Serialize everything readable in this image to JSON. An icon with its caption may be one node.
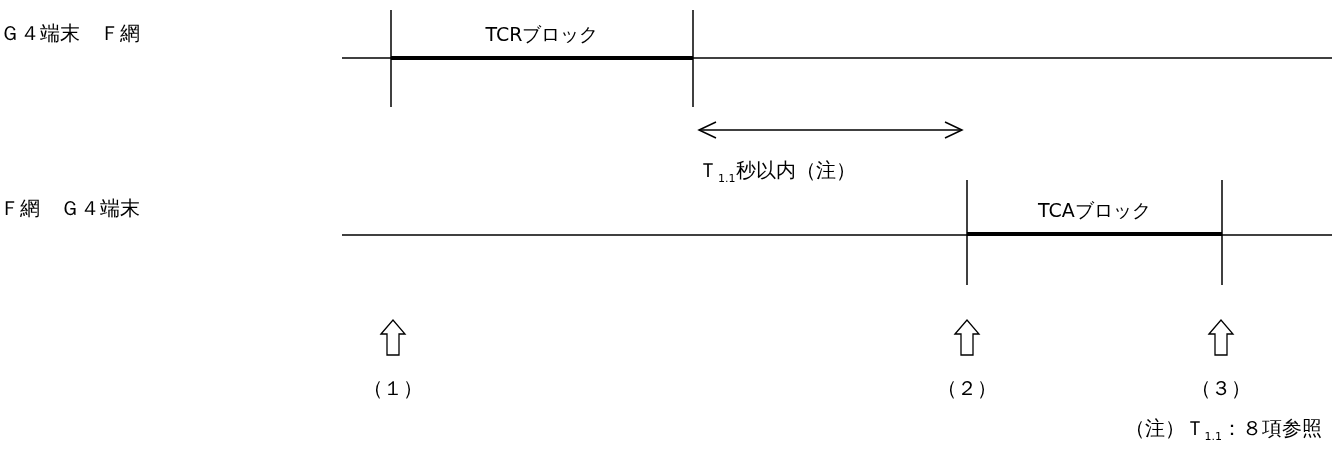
{
  "diagram": {
    "nodes": [
      {
        "text": [
          "TCRブロック"
        ]
      },
      {
        "text": [
          "TCAブロック"
        ]
      }
    ],
    "labels": [
      "Ｇ４端末　Ｆ網",
      "Ｔ$_{1.1}$秒以内（注）",
      "Ｆ網　Ｇ４端末",
      "（１）",
      "（２）",
      "（３）",
      "（注）Ｔ$_{1.1}$：８項参照"
    ]
  }
}
